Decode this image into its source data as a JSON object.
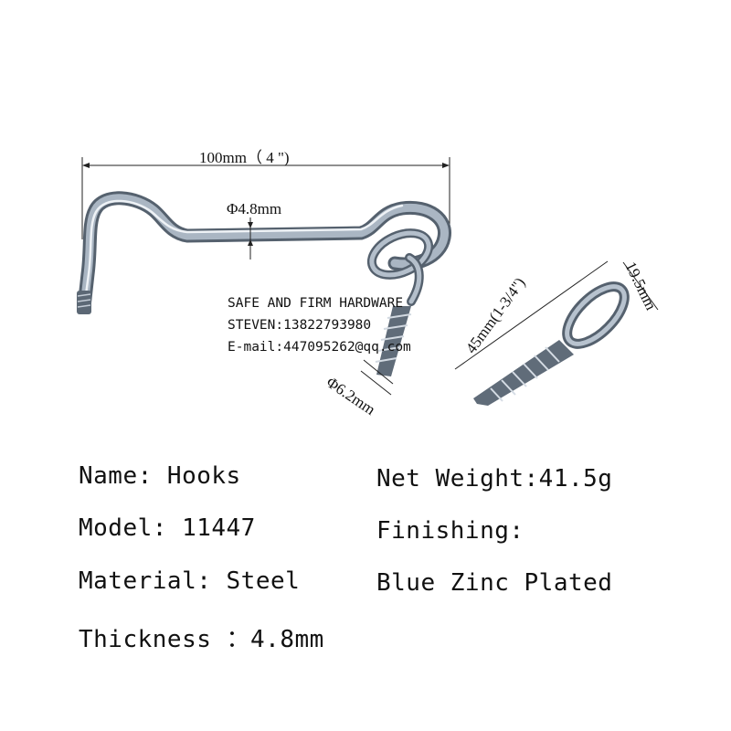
{
  "dimensions": {
    "length": "100mm（ 4 \")",
    "wire_diameter": "Φ4.8mm",
    "screw_diameter": "Φ6.2mm",
    "eye_length": "45mm(1-3/4\")",
    "eye_width": "19.5mm"
  },
  "watermark": {
    "line1": "SAFE AND FIRM HARDWARE",
    "line2": "STEVEN:13822793980",
    "line3": "E-mail:447095262@qq.com"
  },
  "specs": {
    "name": "Name: Hooks",
    "model": "Model: 11447",
    "material": "Material: Steel",
    "thickness": "Thickness ：4.8mm",
    "net_weight": "Net Weight:41.5g",
    "finishing": "Finishing:",
    "finishing_value": "Blue Zinc Plated"
  },
  "colors": {
    "metal_dark": "#4a5663",
    "metal_mid": "#8d9aa8",
    "metal_light": "#dde4ec"
  }
}
